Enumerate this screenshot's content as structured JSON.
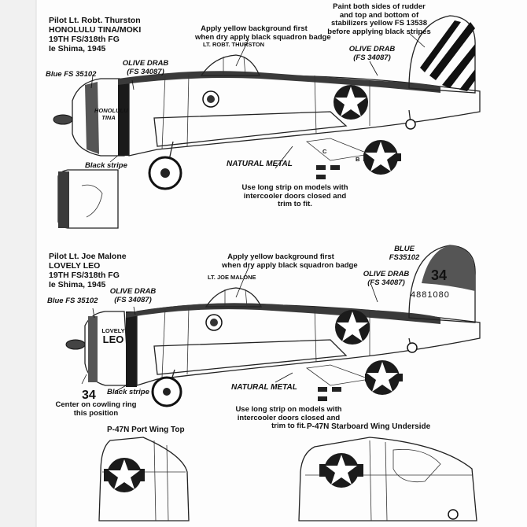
{
  "profile_1": {
    "pilot": "Pilot Lt. Robt. Thurston",
    "aircraft_name": "HONOLULU TINA/MOKI",
    "unit": "19TH FS/318th FG",
    "location_date": "Ie Shima, 1945",
    "note_badge": [
      "Apply yellow background first",
      "when dry apply black squadron badge"
    ],
    "note_rudder": [
      "Paint both sides of rudder",
      "and top and bottom of",
      "stabilizers yellow FS 13538",
      "before applying black stripes"
    ],
    "olive_drab_cowl": [
      "OLIVE DRAB",
      "(FS 34087)"
    ],
    "olive_drab_tail": [
      "OLIVE DRAB",
      "(FS 34087)"
    ],
    "blue_label": "Blue FS 35102",
    "black_stripe": "Black stripe",
    "natural_metal": "NATURAL METAL",
    "strip_note": [
      "Use long strip on models with",
      "intercooler doors closed and",
      "trim to fit."
    ],
    "canopy_name": "LT. ROBT. THURSTON",
    "cowl_art": [
      "HONOLULU",
      "TINA"
    ],
    "letter_c": "C",
    "letter_b": "B"
  },
  "profile_2": {
    "pilot": "Pilot Lt. Joe Malone",
    "aircraft_name": "LOVELY LEO",
    "unit": "19TH FS/318th FG",
    "location_date": "Ie Shima, 1945",
    "note_badge": [
      "Apply yellow background first",
      "when dry apply black squadron badge"
    ],
    "blue_tail": [
      "BLUE",
      "FS35102"
    ],
    "olive_drab_cowl": [
      "OLIVE DRAB",
      "(FS 34087)"
    ],
    "olive_drab_tail": [
      "OLIVE DRAB",
      "(FS 34087)"
    ],
    "blue_label": "Blue FS 35102",
    "black_stripe": "Black stripe",
    "natural_metal": "NATURAL METAL",
    "strip_note": [
      "Use long strip on models with",
      "intercooler doors closed and",
      "trim to fit."
    ],
    "canopy_name": "LT. JOE MALONE",
    "tail_number": "34",
    "serial": "4881080",
    "cowl_art": [
      "LOVELY",
      "LEO"
    ],
    "cowl_ring_number": "34",
    "cowl_ring_note": [
      "Center on cowling ring",
      "this position"
    ]
  },
  "wings": {
    "port_top": "P-47N Port Wing Top",
    "starboard_under": "P-47N Starboard Wing Underside"
  },
  "colors": {
    "olive_drab": "#3a3a3a",
    "blue": "#555555",
    "natural_metal": "#e4e4e4",
    "black": "#111111"
  }
}
